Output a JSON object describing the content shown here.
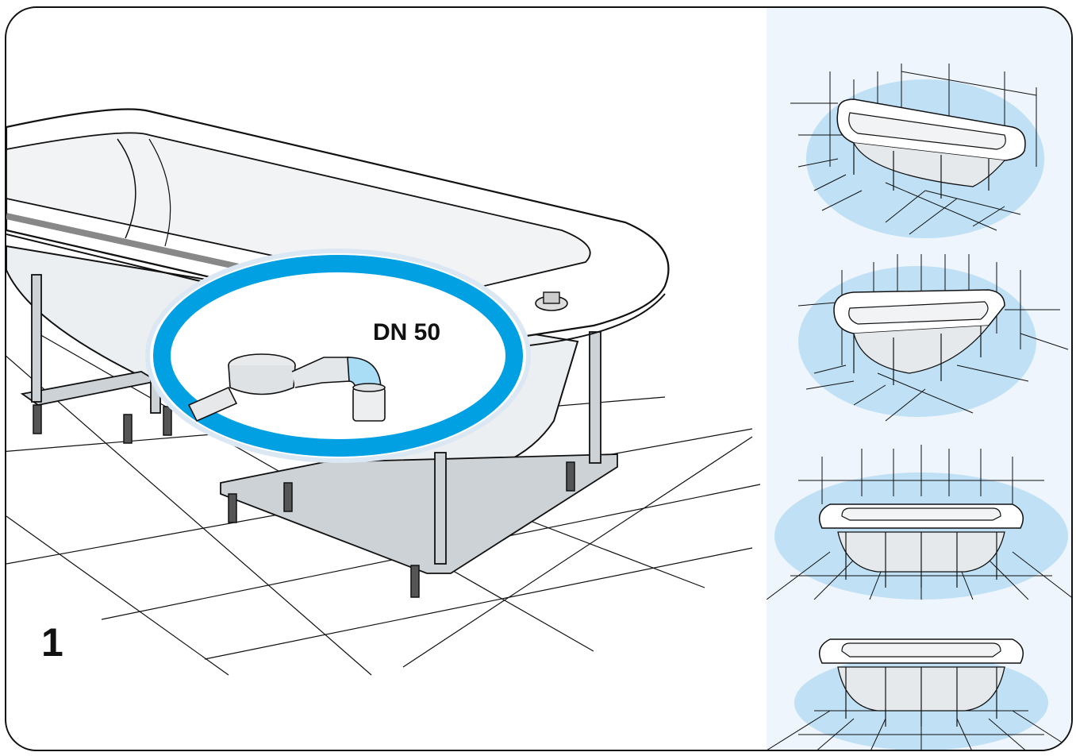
{
  "step": {
    "number": "1"
  },
  "drain_detail": {
    "label": "DN 50"
  },
  "variants": [
    {
      "view": "corner-left-perspective"
    },
    {
      "view": "corner-right-perspective"
    },
    {
      "view": "front-wall"
    },
    {
      "view": "front-freestanding"
    }
  ],
  "colors": {
    "outline": "#111111",
    "accent_blue": "#00a0e3",
    "halo_blue": "#bfe0f5",
    "panel_bg": "#eef5fc",
    "tub_shade": "#e6e9ec",
    "metal": "#c9ced3"
  }
}
